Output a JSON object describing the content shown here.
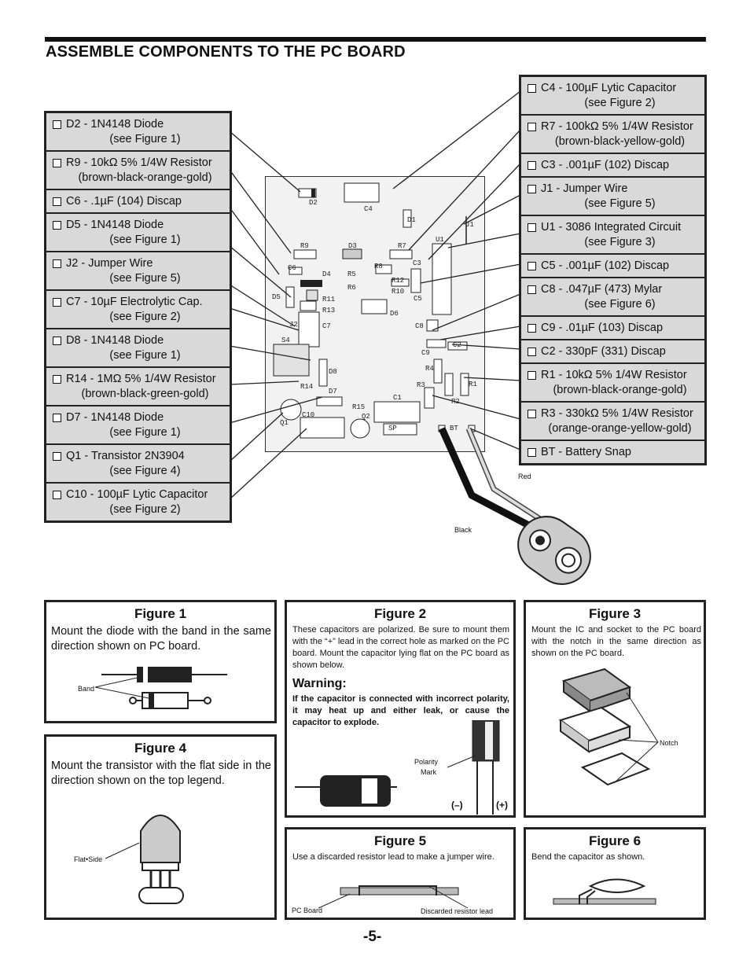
{
  "title": "ASSEMBLE COMPONENTS TO THE PC BOARD",
  "page_number": "-5-",
  "left_legend": [
    {
      "line1": "D2 - 1N4148 Diode",
      "line2": "(see Figure 1)"
    },
    {
      "line1": "R9 - 10kΩ 5% 1/4W Resistor",
      "line2": "(brown-black-orange-gold)"
    },
    {
      "line1": "C6 - .1µF (104) Discap",
      "line2": ""
    },
    {
      "line1": "D5 - 1N4148 Diode",
      "line2": "(see Figure 1)"
    },
    {
      "line1": "J2 - Jumper Wire",
      "line2": "(see Figure 5)"
    },
    {
      "line1": "C7 - 10µF Electrolytic Cap.",
      "line2": "(see Figure 2)"
    },
    {
      "line1": "D8 - 1N4148 Diode",
      "line2": "(see Figure 1)"
    },
    {
      "line1": "R14 - 1MΩ 5% 1/4W Resistor",
      "line2": "(brown-black-green-gold)"
    },
    {
      "line1": "D7 - 1N4148 Diode",
      "line2": "(see Figure 1)"
    },
    {
      "line1": "Q1 - Transistor 2N3904",
      "line2": "(see Figure 4)"
    },
    {
      "line1": "C10 - 100µF Lytic Capacitor",
      "line2": "(see Figure 2)"
    }
  ],
  "right_legend": [
    {
      "line1": "C4 - 100µF Lytic Capacitor",
      "line2": "(see Figure 2)"
    },
    {
      "line1": "R7 - 100kΩ 5% 1/4W Resistor",
      "line2": "(brown-black-yellow-gold)"
    },
    {
      "line1": "C3 - .001µF (102) Discap",
      "line2": ""
    },
    {
      "line1": "J1 - Jumper Wire",
      "line2": "(see Figure 5)"
    },
    {
      "line1": "U1 - 3086 Integrated Circuit",
      "line2": "(see Figure 3)"
    },
    {
      "line1": "C5 - .001µF (102) Discap",
      "line2": ""
    },
    {
      "line1": "C8 - .047µF (473) Mylar",
      "line2": "(see Figure 6)"
    },
    {
      "line1": "C9 - .01µF (103) Discap",
      "line2": ""
    },
    {
      "line1": "C2 - 330pF (331) Discap",
      "line2": ""
    },
    {
      "line1": "R1 - 10kΩ 5% 1/4W Resistor",
      "line2": "(brown-black-orange-gold)"
    },
    {
      "line1": "R3 - 330kΩ 5% 1/4W Resistor",
      "line2": "(orange-orange-yellow-gold)"
    },
    {
      "line1": "BT - Battery Snap",
      "line2": ""
    }
  ],
  "board_labels": [
    "D2",
    "C4",
    "D1",
    "J1",
    "U1",
    "R9",
    "D3",
    "R7",
    "C6",
    "R8",
    "C3",
    "D4",
    "R5",
    "R12",
    "D5",
    "R6",
    "R10",
    "C5",
    "R11",
    "R13",
    "D6",
    "J2",
    "C7",
    "C8",
    "S4",
    "C9",
    "C2",
    "R4",
    "D8",
    "R3",
    "R1",
    "R14",
    "R2",
    "D7",
    "C1",
    "R15",
    "Q2",
    "C10",
    "Q1",
    "SP",
    "BT"
  ],
  "battery": {
    "red": "Red",
    "black": "Black"
  },
  "fig1": {
    "title": "Figure 1",
    "text": "Mount the diode with the band in the same direction shown on PC board.",
    "band": "Band"
  },
  "fig2": {
    "title": "Figure 2",
    "text": "These capacitors are polarized.  Be sure to mount them with the “+” lead in the correct hole as marked on the PC board.  Mount the capacitor lying flat on the PC board as shown below.",
    "warning": "Warning:",
    "warning_text": "If the capacitor is connected with incorrect polarity, it may heat up and either leak, or cause the capacitor to explode.",
    "polarity": "Polarity",
    "mark": "Mark",
    "neg": "(–)",
    "pos": "(+)"
  },
  "fig3": {
    "title": "Figure 3",
    "text": "Mount the IC and socket to the PC board with the notch in the same direction as shown on the PC board.",
    "notch": "Notch"
  },
  "fig4": {
    "title": "Figure 4",
    "text": "Mount the transistor with the flat side in the direction shown on the top legend.",
    "flat": "Flat•Side"
  },
  "fig5": {
    "title": "Figure 5",
    "text": "Use a discarded resistor lead to make a jumper wire.",
    "pcb": "PC Board",
    "lead": "Discarded resistor lead"
  },
  "fig6": {
    "title": "Figure 6",
    "text": "Bend the capacitor as shown."
  }
}
